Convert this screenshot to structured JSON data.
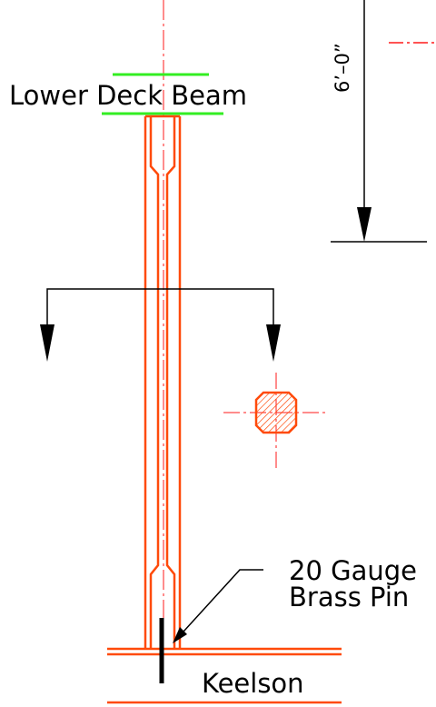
{
  "labels": {
    "lower_deck_beam": "Lower Deck Beam",
    "gauge_line1": "20 Gauge",
    "gauge_line2": "Brass Pin",
    "keelson": "Keelson",
    "dimension": "6’–0”"
  },
  "colors": {
    "part": "#ff4a0a",
    "centerline": "#ff1a1a",
    "highlight": "#33ee22",
    "ink": "#000000",
    "background": "#ffffff"
  },
  "icons": {
    "section_arrow": "arrow-down-icon",
    "hatch": "crosshatch-section"
  }
}
